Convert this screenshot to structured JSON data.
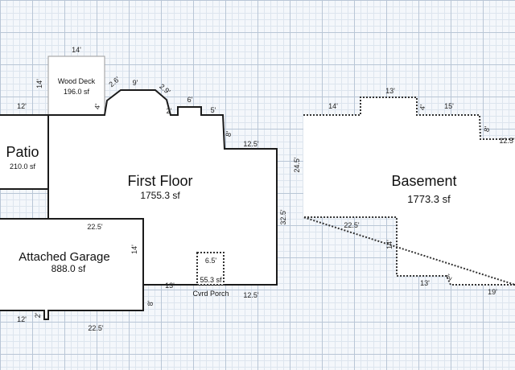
{
  "plan": {
    "rooms": {
      "wood_deck": {
        "name": "Wood Deck",
        "area": "196.0 sf"
      },
      "patio": {
        "name": "Patio",
        "area": "210.0 sf"
      },
      "first_floor": {
        "name": "First Floor",
        "area": "1755.3 sf"
      },
      "attached_garage": {
        "name": "Attached Garage",
        "area": "888.0 sf"
      },
      "cvrd_porch": {
        "name": "Cvrd Porch",
        "area": "55.3 sf"
      },
      "basement": {
        "name": "Basement",
        "area": "1773.3 sf"
      }
    },
    "dimensions": {
      "deck_top": "14'",
      "deck_left": "14'",
      "patio_top": "12'",
      "ff_4": "4'",
      "ff_26": "2.6'",
      "ff_9": "9'",
      "ff_29": "2.9'",
      "ff_2": "2'",
      "ff_6": "6'",
      "ff_5": "5'",
      "ff_8": "8'",
      "ff_125_upper": "12.5'",
      "ff_325": "32.5'",
      "ff_125_lower": "12.5'",
      "garage_225_top": "22.5'",
      "garage_14": "14'",
      "garage_13": "13'",
      "garage_8": "8'",
      "garage_225_bottom": "22.5'",
      "garage_12": "12'",
      "garage_2": "2'",
      "porch_65": "6.5'",
      "base_14": "14'",
      "base_13_top": "13'",
      "base_4": "4'",
      "base_15": "15'",
      "base_8": "8'",
      "base_125": "12.5'",
      "base_245": "24.5'",
      "base_225": "22.5'",
      "base_14_lower": "14'",
      "base_13_bottom": "13'",
      "base_2": "2'",
      "base_19": "19'"
    }
  },
  "colors": {
    "grid_major": "#b9c6d6",
    "grid_minor": "#dde5ee",
    "wall": "#1b1b1b",
    "background": "#f4f7fb"
  }
}
